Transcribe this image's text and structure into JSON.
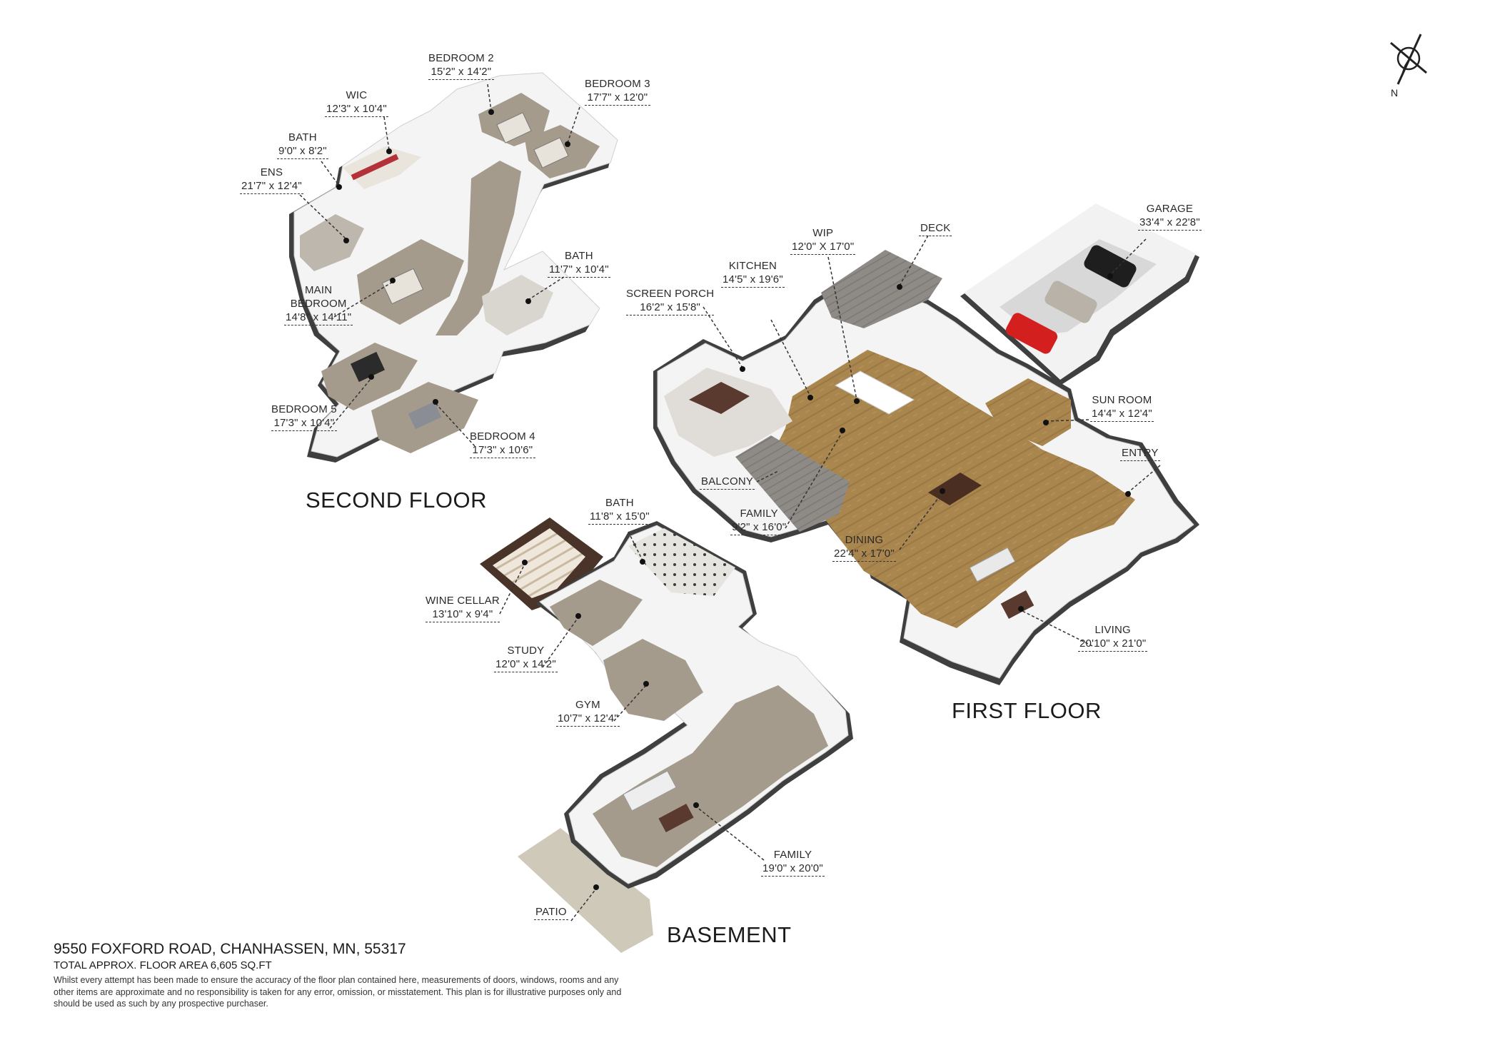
{
  "compass": {
    "label": "N",
    "icon": "compass-north-icon"
  },
  "floors": {
    "second": "SECOND FLOOR",
    "first": "FIRST FLOOR",
    "basement": "BASEMENT"
  },
  "rooms": {
    "bedroom2": {
      "name": "BEDROOM 2",
      "dims": "15'2\" x 14'2\""
    },
    "bedroom3": {
      "name": "BEDROOM 3",
      "dims": "17'7\" x 12'0\""
    },
    "wic": {
      "name": "WIC",
      "dims": "12'3\" x 10'4\""
    },
    "bath_upper1": {
      "name": "BATH",
      "dims": "9'0\" x 8'2\""
    },
    "ens": {
      "name": "ENS",
      "dims": "21'7\" x 12'4\""
    },
    "bath_upper2": {
      "name": "BATH",
      "dims": "11'7\" x 10'4\""
    },
    "main_bedroom": {
      "name": "MAIN",
      "name2": "BEDROOM",
      "dims": "14'8\" x 14'11\""
    },
    "bedroom5": {
      "name": "BEDROOM 5",
      "dims": "17'3\" x 10'4\""
    },
    "bedroom4": {
      "name": "BEDROOM 4",
      "dims": "17'3\" x 10'6\""
    },
    "wip": {
      "name": "WIP",
      "dims": "12'0\" X 17'0\""
    },
    "deck": {
      "name": "DECK"
    },
    "garage": {
      "name": "GARAGE",
      "dims": "33'4\" x 22'8\""
    },
    "kitchen": {
      "name": "KITCHEN",
      "dims": "14'5\" x 19'6\""
    },
    "screen_porch": {
      "name": "SCREEN PORCH",
      "dims": "16'2\" x 15'8\""
    },
    "sun_room": {
      "name": "SUN ROOM",
      "dims": "14'4\" x 12'4\""
    },
    "entry": {
      "name": "ENTRY"
    },
    "balcony": {
      "name": "BALCONY"
    },
    "family_first": {
      "name": "FAMILY",
      "dims": "9'2\" x 16'0\""
    },
    "dining": {
      "name": "DINING",
      "dims": "22'4\" x 17'0\""
    },
    "living": {
      "name": "LIVING",
      "dims": "20'10\" x 21'0\""
    },
    "bath_basement": {
      "name": "BATH",
      "dims": "11'8\" x 15'0\""
    },
    "wine_cellar": {
      "name": "WINE CELLAR",
      "dims": "13'10\" x 9'4\""
    },
    "study": {
      "name": "STUDY",
      "dims": "12'0\" x 14'2\""
    },
    "gym": {
      "name": "GYM",
      "dims": "10'7\" x 12'4\""
    },
    "family_basement": {
      "name": "FAMILY",
      "dims": "19'0\" x 20'0\""
    },
    "patio": {
      "name": "PATIO"
    }
  },
  "footer": {
    "address": "9550 FOXFORD ROAD, CHANHASSEN, MN, 55317",
    "area": "TOTAL APPROX. FLOOR AREA 6,605 SQ.FT",
    "disclaimer": "Whilst every attempt has been made to ensure the accuracy of the floor plan contained here, measurements of doors, windows, rooms and any other items are approximate and no responsibility is taken for any error, omission, or misstatement. This plan is for illustrative purposes only and should be used as such by any prospective purchaser."
  },
  "colors": {
    "wall_top": "#f7f7f7",
    "wall_side": "#4a4a4a",
    "carpet": "#a49a8c",
    "wood": "#a9854e",
    "deck": "#8f8c88",
    "tile": "#dddbd6",
    "patio": "#cfc9ba",
    "wine": "#6b4a3a"
  }
}
